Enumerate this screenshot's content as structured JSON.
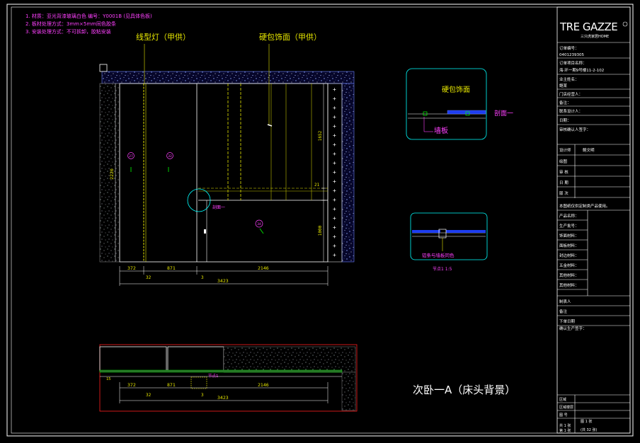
{
  "notes": [
    "1. 材质：亚光背漆玻璃白色  编号：Y0001B  (见具体色板)",
    "2. 板材处理方式：3mm×5mm同色胶条",
    "3. 安装处理方式：不可拆卸，胶粘安装"
  ],
  "callouts": {
    "strip_light": "线型灯（甲供）",
    "soft_panel": "硬包饰面（甲供）",
    "section_ref": "剖面一"
  },
  "dims": {
    "height_total": "2220",
    "right_upper": "1652",
    "right_mid": "21",
    "right_lower": "1000",
    "seg1": "372",
    "seg2": "871",
    "seg3": "2146",
    "sub1": "32",
    "sub2": "3",
    "overall": "3423",
    "plan_seg1": "372",
    "plan_seg2": "871",
    "plan_seg3": "2146",
    "plan_sub1": "32",
    "plan_sub2": "3",
    "plan_overall": "3423",
    "plan_left": "15"
  },
  "tags": {
    "tag_a": "27",
    "tag_b": "32",
    "tag_c": "34",
    "plan_node": "节点1"
  },
  "detail1": {
    "label_panel": "硬包饰面",
    "label_wall": "墙板",
    "label_section": "剖面一"
  },
  "detail2": {
    "caption": "铝条与墙板同色",
    "node_label": "节点1  1:5"
  },
  "drawing_title": "次卧一A（床头背景）",
  "title_block": {
    "logo_main": "TRE GAZZE",
    "logo_sub": "三只虎家居HOME",
    "project_no_label": "订单编号：",
    "project_no": "0401239305",
    "project_name_label": "订单项目名称：",
    "project_name": "海·环一期9号楼11-2-102",
    "owner_label": "业主姓名：",
    "owner": "鲍某",
    "sales_label": "门店经营人：",
    "remark_label": "备注：",
    "designer_contact_label": "联系设计人：",
    "date_label": "日期：",
    "confirm_label": "审核确认人签字：",
    "designer_label": "设计师",
    "designer": "鲍文明",
    "rows": [
      "绘图",
      "审 核",
      "日 期",
      "版 次"
    ],
    "product_note": "本图纸仅供定制类产品使用。",
    "product_rows": [
      "产品名称：",
      "生产批号：",
      "饰面材料：",
      "面板材料：",
      "封边材料：",
      "五金材料：",
      "其他材料：",
      "其他材料："
    ],
    "bottom_rows": [
      "制表人",
      "备注",
      "下单日期"
    ],
    "confirm2_label": "确认生产签字：",
    "footer_rows": [
      "区域",
      "区域楼层",
      "图 号",
      "共 1 张",
      "第 1 张"
    ],
    "footer_sheet": "图 1 张",
    "footer_page": "(共 32 张)"
  }
}
